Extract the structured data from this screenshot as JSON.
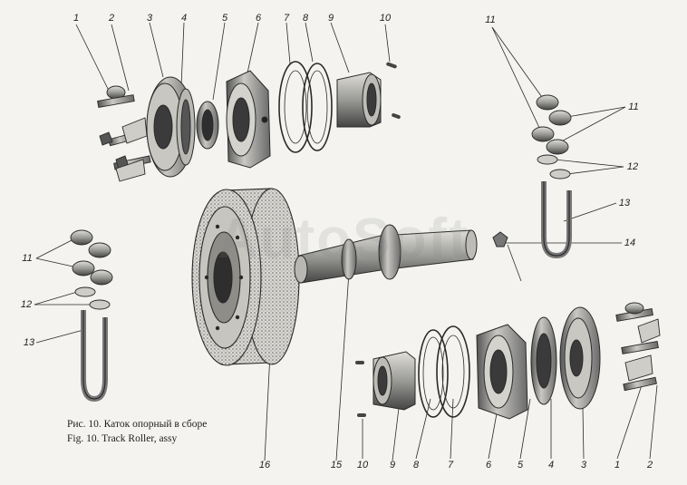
{
  "caption": {
    "ru": "Рис. 10. Каток опорный в сборе",
    "en": "Fig. 10. Track Roller, assy"
  },
  "watermark": "AutoSoft",
  "callouts": [
    {
      "id": "c1",
      "text": "1"
    },
    {
      "id": "c2",
      "text": "2"
    },
    {
      "id": "c3",
      "text": "3"
    },
    {
      "id": "c4",
      "text": "4"
    },
    {
      "id": "c5",
      "text": "5"
    },
    {
      "id": "c6",
      "text": "6"
    },
    {
      "id": "c7",
      "text": "7"
    },
    {
      "id": "c8",
      "text": "8"
    },
    {
      "id": "c9",
      "text": "9"
    },
    {
      "id": "c10",
      "text": "10"
    },
    {
      "id": "c11a",
      "text": "11"
    },
    {
      "id": "c11b",
      "text": "11"
    },
    {
      "id": "c12a",
      "text": "12"
    },
    {
      "id": "c13a",
      "text": "13"
    },
    {
      "id": "c14",
      "text": "14"
    },
    {
      "id": "c11c",
      "text": "11"
    },
    {
      "id": "c12c",
      "text": "12"
    },
    {
      "id": "c13c",
      "text": "13"
    },
    {
      "id": "b10",
      "text": "10"
    },
    {
      "id": "b9",
      "text": "9"
    },
    {
      "id": "b8",
      "text": "8"
    },
    {
      "id": "b7",
      "text": "7"
    },
    {
      "id": "b6",
      "text": "6"
    },
    {
      "id": "b5",
      "text": "5"
    },
    {
      "id": "b4",
      "text": "4"
    },
    {
      "id": "b3",
      "text": "3"
    },
    {
      "id": "b1",
      "text": "1"
    },
    {
      "id": "b2",
      "text": "2"
    },
    {
      "id": "b15",
      "text": "15"
    },
    {
      "id": "b16",
      "text": "16"
    }
  ],
  "colors": {
    "ink": "#2a2a2a",
    "paper": "#f4f3ef",
    "shade": "#8a8a8a"
  }
}
